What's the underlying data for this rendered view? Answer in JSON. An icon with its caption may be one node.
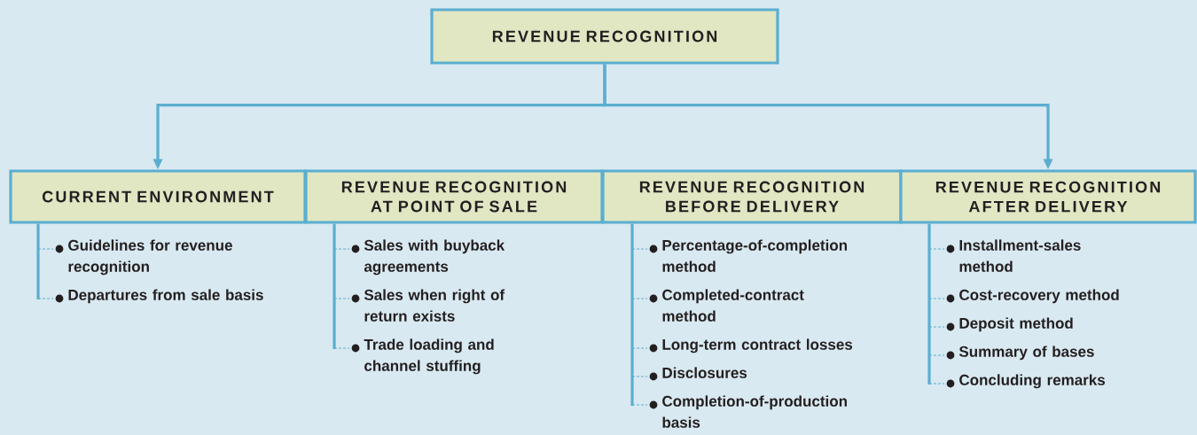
{
  "diagram": {
    "nodes": [
      {
        "text": [
          "REVENUE RECOGNITION"
        ]
      },
      {
        "text": [
          "CURRENT ENVIRONMENT"
        ]
      },
      {
        "text": [
          "REVENUE RECOGNITION AT POINT OF SALE"
        ]
      },
      {
        "text": [
          "REVENUE RECOGNITION BEFORE DELIVERY"
        ]
      },
      {
        "text": [
          "REVENUE RECOGNITION AFTER DELIVERY"
        ]
      },
      {
        "text": [
          "Guidelines for revenue recognition"
        ]
      },
      {
        "text": [
          "Departures from sale basis"
        ]
      },
      {
        "text": [
          "Sales with buyback agreements"
        ]
      },
      {
        "text": [
          "Sales when right of return exists"
        ]
      },
      {
        "text": [
          "Trade loading and channel stuffing"
        ]
      },
      {
        "text": [
          "Percentage-of-completion method"
        ]
      },
      {
        "text": [
          "Completed-contract method"
        ]
      },
      {
        "text": [
          "Long-term contract losses"
        ]
      },
      {
        "text": [
          "Disclosures"
        ]
      },
      {
        "text": [
          "Completion-of-production basis"
        ]
      },
      {
        "text": [
          "Installment-sales method"
        ]
      },
      {
        "text": [
          "Cost-recovery method"
        ]
      },
      {
        "text": [
          "Deposit method"
        ]
      },
      {
        "text": [
          "Summary of bases"
        ]
      },
      {
        "text": [
          "Concluding remarks"
        ]
      }
    ],
    "edges": [
      {
        "from": 0,
        "to": 1,
        "arrow": "to"
      },
      {
        "from": 0,
        "to": 4,
        "arrow": "to"
      },
      {
        "from": 1,
        "to": 5,
        "arrow": "none"
      },
      {
        "from": 1,
        "to": 6,
        "arrow": "none"
      },
      {
        "from": 2,
        "to": 7,
        "arrow": "none"
      },
      {
        "from": 2,
        "to": 8,
        "arrow": "none"
      },
      {
        "from": 2,
        "to": 9,
        "arrow": "none"
      },
      {
        "from": 3,
        "to": 10,
        "arrow": "none"
      },
      {
        "from": 3,
        "to": 11,
        "arrow": "none"
      },
      {
        "from": 3,
        "to": 12,
        "arrow": "none"
      },
      {
        "from": 3,
        "to": 13,
        "arrow": "none"
      },
      {
        "from": 3,
        "to": 14,
        "arrow": "none"
      },
      {
        "from": 4,
        "to": 15,
        "arrow": "none"
      },
      {
        "from": 4,
        "to": 16,
        "arrow": "none"
      },
      {
        "from": 4,
        "to": 17,
        "arrow": "none"
      },
      {
        "from": 4,
        "to": 18,
        "arrow": "none"
      },
      {
        "from": 4,
        "to": 19,
        "arrow": "none"
      }
    ]
  }
}
